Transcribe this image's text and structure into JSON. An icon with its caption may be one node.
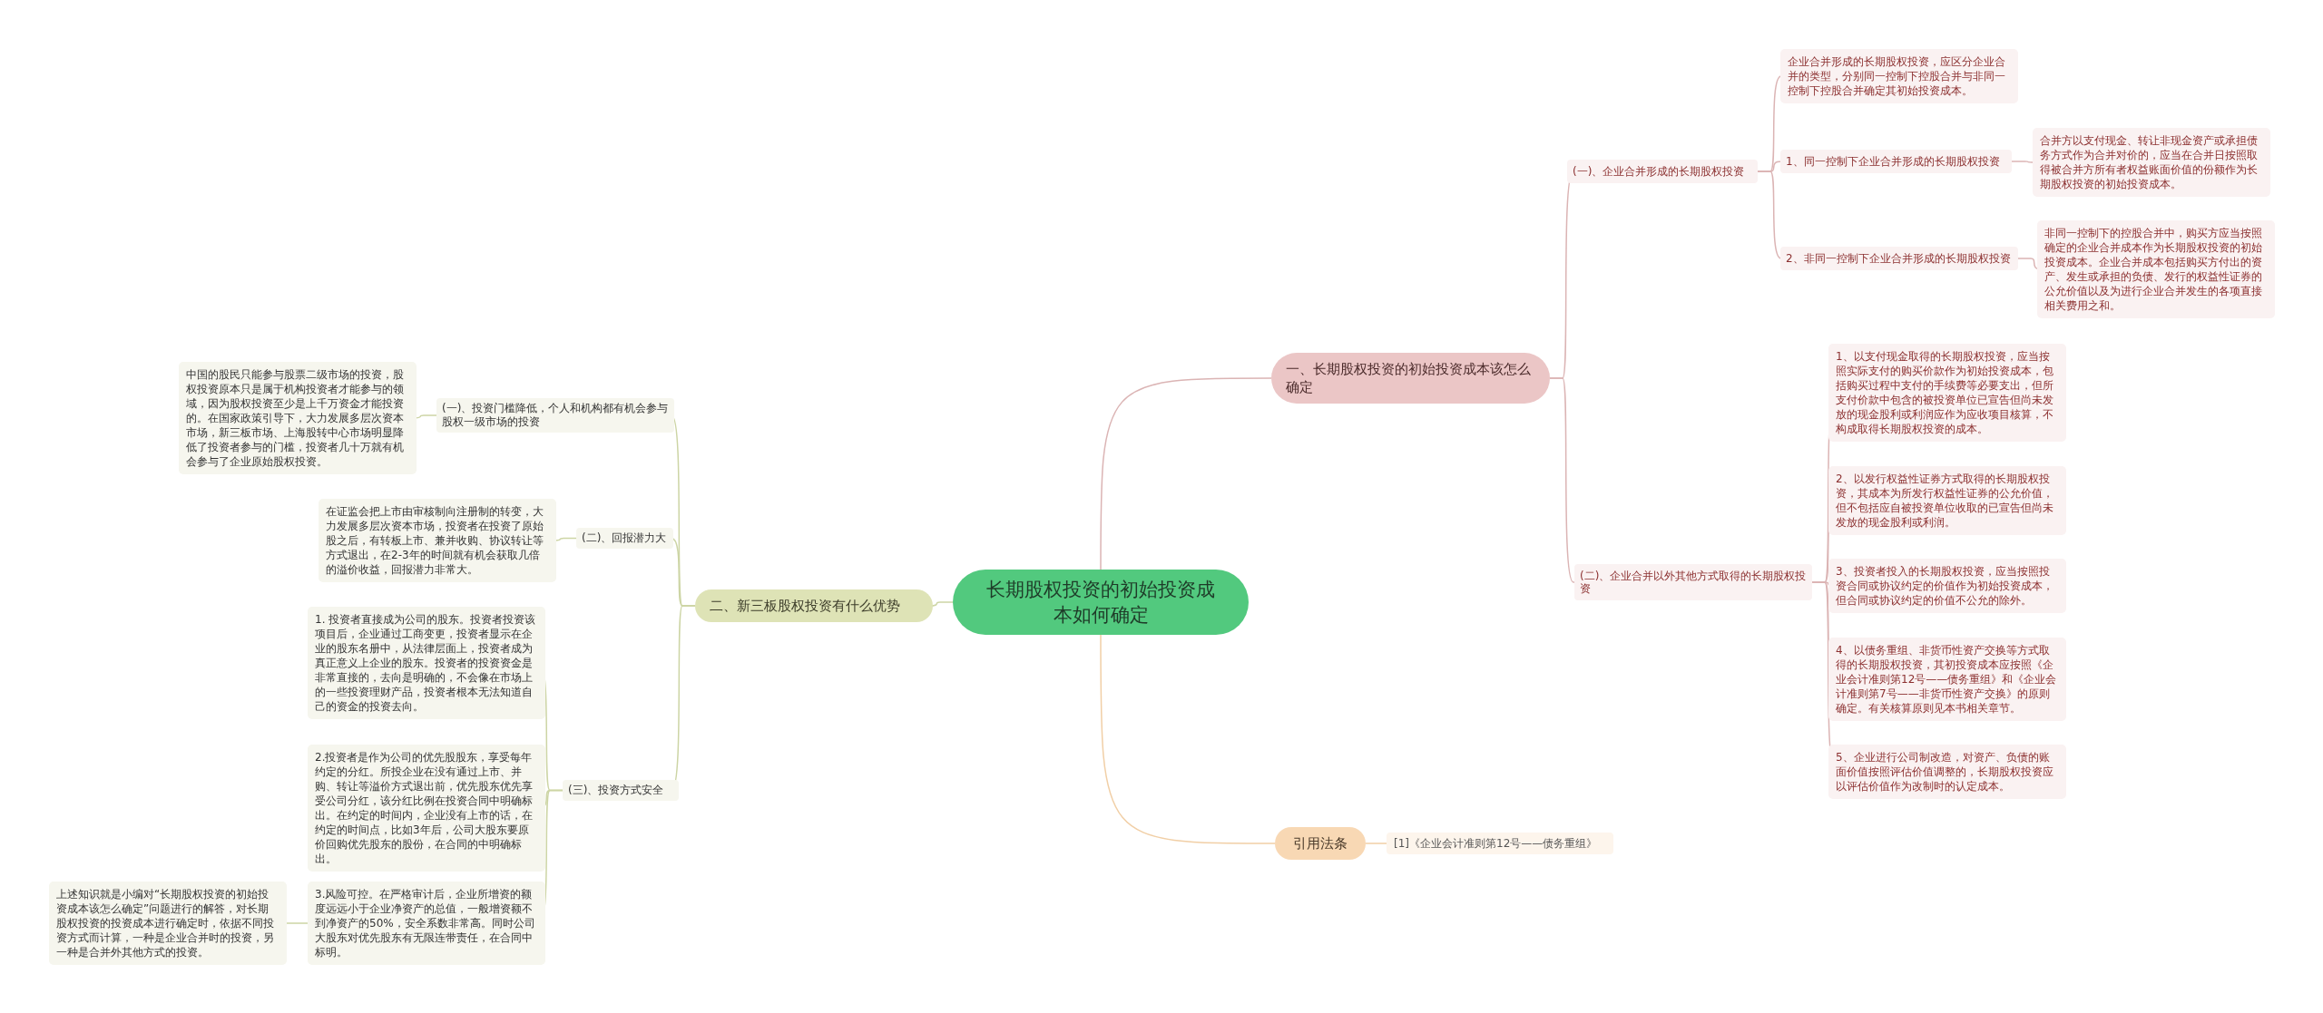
{
  "diagram": {
    "nodes": [
      {
        "text": [
          "长期股权投资的初始投资成本如何确定"
        ]
      },
      {
        "text": [
          "一、长期股权投资的初始投资成本该怎么确定"
        ]
      },
      {
        "text": [
          "(一)、企业合并形成的长期股权投资"
        ]
      },
      {
        "text": [
          "企业合并形成的长期股权投资，应区分企业合并的类型，分别同一控制下控股合并与非同一控制下控股合并确定其初始投资成本。"
        ]
      },
      {
        "text": [
          "1、同一控制下企业合并形成的长期股权投资"
        ]
      },
      {
        "text": [
          "合并方以支付现金、转让非现金资产或承担债务方式作为合并对价的，应当在合并日按照取得被合并方所有者权益账面价值的份额作为长期股权投资的初始投资成本。"
        ]
      },
      {
        "text": [
          "2、非同一控制下企业合并形成的长期股权投资"
        ]
      },
      {
        "text": [
          "非同一控制下的控股合并中，购买方应当按照确定的企业合并成本作为长期股权投资的初始投资成本。企业合并成本包括购买方付出的资产、发生或承担的负债、发行的权益性证券的公允价值以及为进行企业合并发生的各项直接相关费用之和。"
        ]
      },
      {
        "text": [
          "(二)、企业合并以外其他方式取得的长期股权投资"
        ]
      },
      {
        "text": [
          "1、以支付现金取得的长期股权投资，应当按照实际支付的购买价款作为初始投资成本，包括购买过程中支付的手续费等必要支出，但所支付价款中包含的被投资单位已宣告但尚未发放的现金股利或利润应作为应收项目核算，不构成取得长期股权投资的成本。"
        ]
      },
      {
        "text": [
          "2、以发行权益性证券方式取得的长期股权投资，其成本为所发行权益性证券的公允价值，但不包括应自被投资单位收取的已宣告但尚未发放的现金股利或利润。"
        ]
      },
      {
        "text": [
          "3、投资者投入的长期股权投资，应当按照投资合同或协议约定的价值作为初始投资成本，但合同或协议约定的价值不公允的除外。"
        ]
      },
      {
        "text": [
          "4、以债务重组、非货币性资产交换等方式取得的长期股权投资，其初投资成本应按照《企业会计准则第12号——债务重组》和《企业会计准则第7号——非货币性资产交换》的原则确定。有关核算原则见本书相关章节。"
        ]
      },
      {
        "text": [
          "5、企业进行公司制改造，对资产、负债的账面价值按照评估价值调整的，长期股权投资应以评估价值作为改制时的认定成本。"
        ]
      },
      {
        "text": [
          "引用法条"
        ]
      },
      {
        "text": [
          "[1]《企业会计准则第12号——债务重组》"
        ]
      },
      {
        "text": [
          "二、新三板股权投资有什么优势"
        ]
      },
      {
        "text": [
          "(一)、投资门槛降低，个人和机构都有机会参与股权一级市场的投资"
        ]
      },
      {
        "text": [
          "中国的股民只能参与股票二级市场的投资，股权投资原本只是属于机构投资者才能参与的领域，因为股权投资至少是上千万资金才能投资的。在国家政策引导下，大力发展多层次资本市场，新三板市场、上海股转中心市场明显降低了投资者参与的门槛，投资者几十万就有机会参与了企业原始股权投资。"
        ]
      },
      {
        "text": [
          "(二)、回报潜力大"
        ]
      },
      {
        "text": [
          "在证监会把上市由审核制向注册制的转变，大力发展多层次资本市场，投资者在投资了原始股之后，有转板上市、兼并收购、协议转让等方式退出，在2-3年的时间就有机会获取几倍的溢价收益，回报潜力非常大。"
        ]
      },
      {
        "text": [
          "(三)、投资方式安全"
        ]
      },
      {
        "text": [
          "1. 投资者直接成为公司的股东。投资者投资该项目后，企业通过工商变更，投资者显示在企业的股东名册中，从法律层面上，投资者成为真正意义上企业的股东。投资者的投资资金是非常直接的，去向是明确的，不会像在市场上的一些投资理财产品，投资者根本无法知道自己的资金的投资去向。"
        ]
      },
      {
        "text": [
          "2.投资者是作为公司的优先股股东，享受每年约定的分红。所投企业在没有通过上市、并购、转让等溢价方式退出前，优先股东优先享受公司分红，该分红比例在投资合同中明确标出。在约定的时间内，企业没有上市的话，在约定的时间点，比如3年后，公司大股东要原价回购优先股东的股份，在合同的中明确标出。"
        ]
      },
      {
        "text": [
          "3.风险可控。在严格审计后，企业所增资的额度远远小于企业净资产的总值，一般增资额不到净资产的50%，安全系数非常高。同时公司大股东对优先股东有无限连带责任，在合同中标明。"
        ]
      },
      {
        "text": [
          "上述知识就是小编对“长期股权投资的初始投资成本该怎么确定”问题进行的解答，对长期股权投资的投资成本进行确定时，依据不同投资方式而计算，一种是企业合并时的投资，另一种是合并外其他方式的投资。"
        ]
      }
    ],
    "edges": [
      {
        "from": 0,
        "to": 1,
        "arrow": "none"
      },
      {
        "from": 1,
        "to": 2,
        "arrow": "none"
      },
      {
        "from": 2,
        "to": 3,
        "arrow": "none"
      },
      {
        "from": 2,
        "to": 4,
        "arrow": "none"
      },
      {
        "from": 4,
        "to": 5,
        "arrow": "none"
      },
      {
        "from": 2,
        "to": 6,
        "arrow": "none"
      },
      {
        "from": 6,
        "to": 7,
        "arrow": "none"
      },
      {
        "from": 1,
        "to": 8,
        "arrow": "none"
      },
      {
        "from": 8,
        "to": 9,
        "arrow": "none"
      },
      {
        "from": 8,
        "to": 10,
        "arrow": "none"
      },
      {
        "from": 8,
        "to": 11,
        "arrow": "none"
      },
      {
        "from": 8,
        "to": 12,
        "arrow": "none"
      },
      {
        "from": 8,
        "to": 13,
        "arrow": "none"
      },
      {
        "from": 0,
        "to": 14,
        "arrow": "none",
        "color": "#f1cfa6"
      },
      {
        "from": 14,
        "to": 15,
        "arrow": "none",
        "color": "#f1cfa6"
      },
      {
        "from": 0,
        "to": 16,
        "arrow": "none",
        "color": "#cdd5a5"
      },
      {
        "from": 16,
        "to": 17,
        "arrow": "none",
        "color": "#cdd5a5"
      },
      {
        "from": 17,
        "to": 18,
        "arrow": "none",
        "color": "#cdd5a5"
      },
      {
        "from": 16,
        "to": 19,
        "arrow": "none",
        "color": "#cdd5a5"
      },
      {
        "from": 19,
        "to": 20,
        "arrow": "none",
        "color": "#cdd5a5"
      },
      {
        "from": 16,
        "to": 21,
        "arrow": "none",
        "color": "#cdd5a5"
      },
      {
        "from": 21,
        "to": 22,
        "arrow": "none",
        "color": "#cdd5a5"
      },
      {
        "from": 21,
        "to": 23,
        "arrow": "none",
        "color": "#cdd5a5"
      },
      {
        "from": 21,
        "to": 24,
        "arrow": "none",
        "color": "#cdd5a5"
      },
      {
        "from": 24,
        "to": 25,
        "arrow": "none",
        "color": "#cdd5a5"
      }
    ]
  }
}
